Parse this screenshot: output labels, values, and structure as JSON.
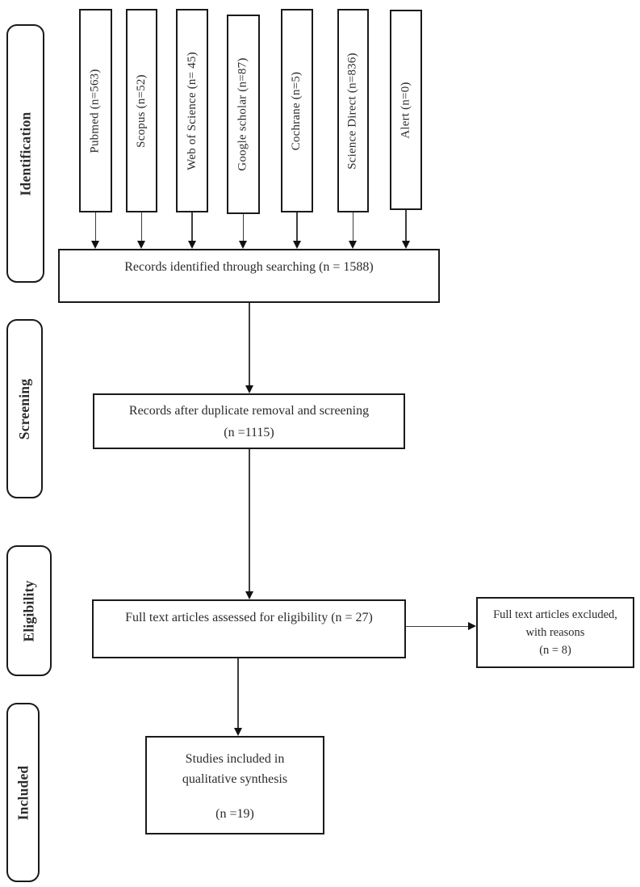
{
  "stages": [
    {
      "label": "Identification"
    },
    {
      "label": "Screening"
    },
    {
      "label": "Eligibility"
    },
    {
      "label": "Included"
    }
  ],
  "sources": [
    {
      "label": "Pubmed (n=563)"
    },
    {
      "label": "Scopus (n=52)"
    },
    {
      "label": "Web of Science (n= 45)"
    },
    {
      "label": "Google scholar (n=87)"
    },
    {
      "label": "Cochrane (n=5)"
    },
    {
      "label": "Science Direct (n=836)"
    },
    {
      "label": "Alert (n=0)"
    }
  ],
  "boxes": {
    "identified": {
      "text": "Records identified through searching (n = 1588)"
    },
    "screened": {
      "line1": "Records after duplicate removal and screening",
      "line2": "(n =1115)"
    },
    "eligibility": {
      "text": "Full text articles assessed for eligibility (n = 27)"
    },
    "excluded": {
      "line1": "Full text articles excluded,",
      "line2": "with reasons",
      "line3": "(n = 8)"
    },
    "included": {
      "line1": "Studies included in",
      "line2": "qualitative synthesis",
      "line3": "(n =19)"
    }
  },
  "colors": {
    "border": "#1a1a1a",
    "text": "#2b2b2b",
    "line": "#3d3d3d",
    "arrow": "#111111",
    "background": "#ffffff"
  }
}
